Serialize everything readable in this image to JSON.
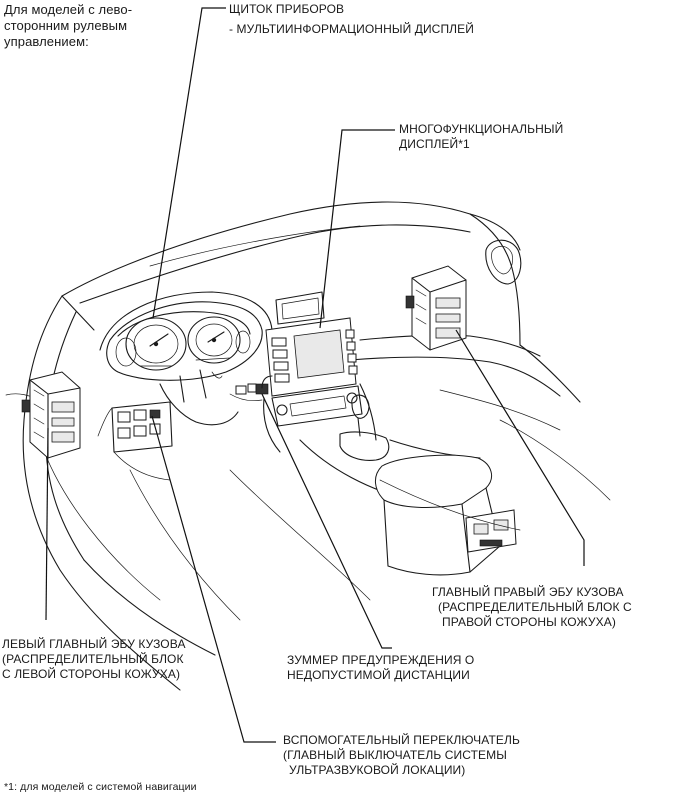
{
  "title_note": {
    "lines": [
      "Для моделей с лево-",
      "сторонним рулевым",
      "управлением:"
    ]
  },
  "labels": {
    "instrument_panel": "ЩИТОК ПРИБОРОВ",
    "multi_info_display": "- МУЛЬТИИНФОРМАЦИОННЫЙ ДИСПЛЕЙ",
    "multifunction_display": [
      "МНОГОФУНКЦИОНАЛЬНЫЙ",
      "ДИСПЛЕЙ*1"
    ],
    "right_body_ecu": [
      "ГЛАВНЫЙ ПРАВЫЙ ЭБУ КУЗОВА",
      "(РАСПРЕДЕЛИТЕЛЬНЫЙ БЛОК С",
      "ПРАВОЙ СТОРОНЫ КОЖУХА)"
    ],
    "left_body_ecu": [
      "ЛЕВЫЙ ГЛАВНЫЙ ЭБУ КУЗОВА",
      "(РАСПРЕДЕЛИТЕЛЬНЫЙ БЛОК",
      "С ЛЕВОЙ СТОРОНЫ КОЖУХА)"
    ],
    "distance_buzzer": [
      "ЗУММЕР ПРЕДУПРЕЖДЕНИЯ О",
      "НЕДОПУСТИМОЙ ДИСТАНЦИИ"
    ],
    "aux_switch": [
      "ВСПОМОГАТЕЛЬНЫЙ ПЕРЕКЛЮЧАТЕЛЬ",
      "(ГЛАВНЫЙ ВЫКЛЮЧАТЕЛЬ СИСТЕМЫ",
      "УЛЬТРАЗВУКОВОЙ ЛОКАЦИИ)"
    ]
  },
  "footnote": "*1: для моделей с системой навигации",
  "colors": {
    "line": "#1a1a1a",
    "background": "#ffffff"
  }
}
